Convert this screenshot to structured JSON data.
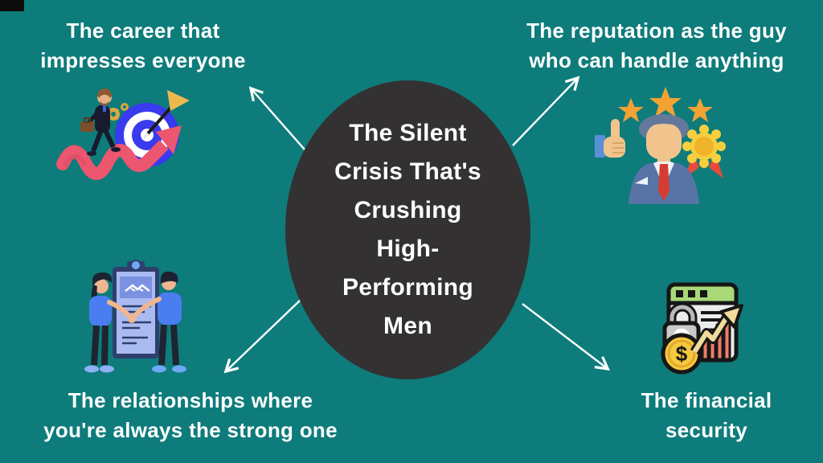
{
  "palette": {
    "background": "#0d7c7b",
    "ellipse": "#333132",
    "text": "#ffffff",
    "connector_arrows": "#ffffff",
    "career_wave_pink": "#ec566e",
    "target_blue": "#3a3aee",
    "star_gold": "#f2a333",
    "suit_blue": "#5874a6",
    "tie_red": "#d63c31",
    "rosette_yellow": "#f7cf3e",
    "shirt_blue": "#4a7df0",
    "clipboard_paper": "#a9bbf0",
    "browser_green": "#a8d878",
    "coin_gold": "#f5c93e",
    "bars_salmon": "#f07c66"
  },
  "center": {
    "line1": "The Silent",
    "line2": "Crisis That's",
    "line3": "Crushing",
    "line4": "High-",
    "line5": "Performing",
    "line6": "Men"
  },
  "labels": {
    "top_left": {
      "line1": "The career that",
      "line2": "impresses everyone"
    },
    "top_right": {
      "line1": "The reputation as the guy",
      "line2": "who can handle anything"
    },
    "bottom_left": {
      "line1": "The relationships where",
      "line2": "you're always the strong one"
    },
    "bottom_right": {
      "line1": "The financial",
      "line2": "security"
    }
  },
  "icons": {
    "top_left": "career-target-icon",
    "top_right": "reputation-thumbs-up-icon",
    "bottom_left": "relationships-handshake-icon",
    "bottom_right": "financial-security-icon"
  },
  "financial_icon_coin_symbol": "$"
}
